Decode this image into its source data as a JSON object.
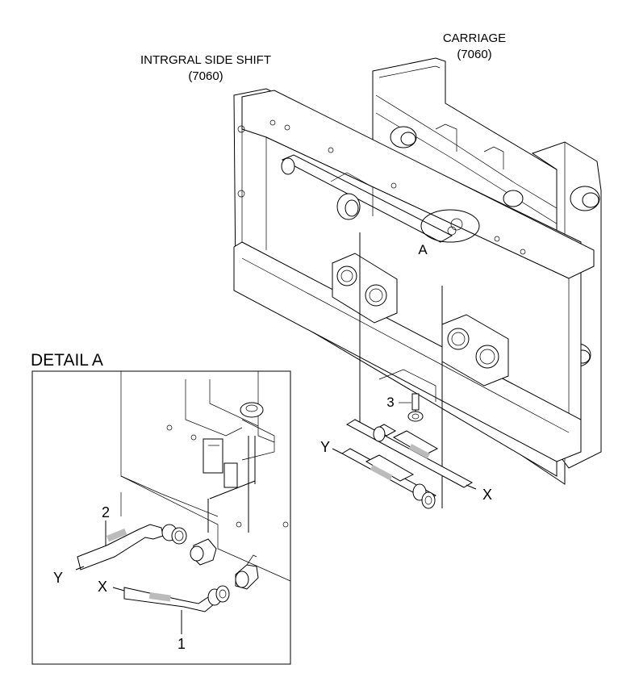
{
  "labels": {
    "carriage_name": "CARRIAGE",
    "carriage_code": "(7060)",
    "side_shift_name": "INTRGRAL SIDE SHIFT",
    "side_shift_code": "(7060)",
    "detail_marker": "A",
    "detail_title": "DETAIL A",
    "part_3": "3",
    "hose_y_main": "Y",
    "hose_x_main": "X",
    "part_2": "2",
    "hose_y_detail": "Y",
    "hose_x_detail": "X",
    "part_1": "1"
  }
}
